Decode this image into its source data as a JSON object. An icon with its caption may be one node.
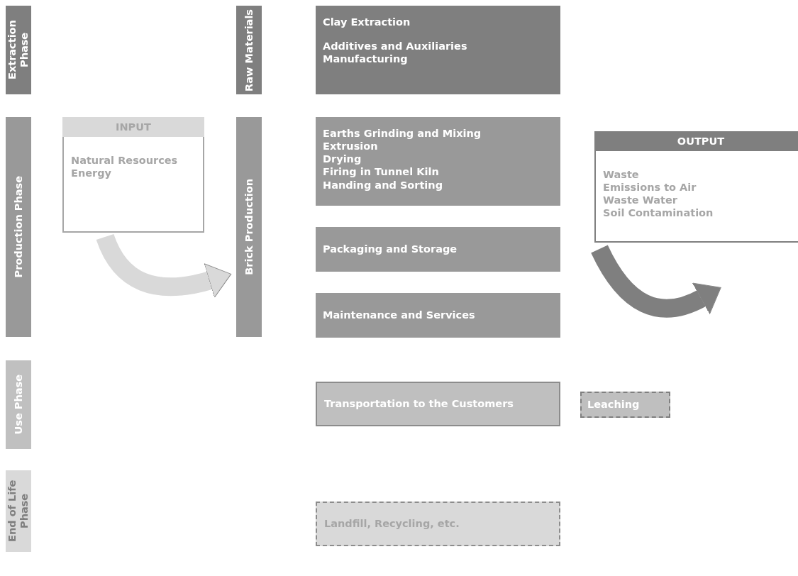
{
  "diagram": {
    "nodes": [
      {
        "text": [
          "Extraction Phase"
        ]
      },
      {
        "text": [
          "Raw Materials"
        ]
      },
      {
        "text": [
          "Clay Extraction",
          "Additives and Auxiliaries Manufacturing"
        ]
      },
      {
        "text": [
          "Production Phase"
        ]
      },
      {
        "text": [
          "INPUT",
          "Natural Resources",
          "Energy"
        ]
      },
      {
        "text": [
          "Brick Production"
        ]
      },
      {
        "text": [
          "Earths Grinding and Mixing",
          "Extrusion",
          "Drying",
          "Firing in Tunnel Kiln",
          "Handing and Sorting"
        ]
      },
      {
        "text": [
          "Packaging and Storage"
        ]
      },
      {
        "text": [
          "Maintenance and Services"
        ]
      },
      {
        "text": [
          "OUTPUT",
          "Waste",
          "Emissions to Air",
          "Waste Water",
          "Soil Contamination"
        ]
      },
      {
        "text": [
          "Use Phase"
        ]
      },
      {
        "text": [
          "Transportation to the Customers"
        ]
      },
      {
        "text": [
          "Leaching"
        ]
      },
      {
        "text": [
          "End of Life Phase"
        ]
      },
      {
        "text": [
          "Landfill, Recycling, etc."
        ]
      }
    ],
    "edges": [
      {
        "from": 4,
        "to": 5,
        "arrow": "to",
        "color": "#d9d9d9"
      },
      {
        "from": null,
        "to": 9,
        "arrow": "to",
        "color": "#7f7f7f"
      }
    ]
  }
}
